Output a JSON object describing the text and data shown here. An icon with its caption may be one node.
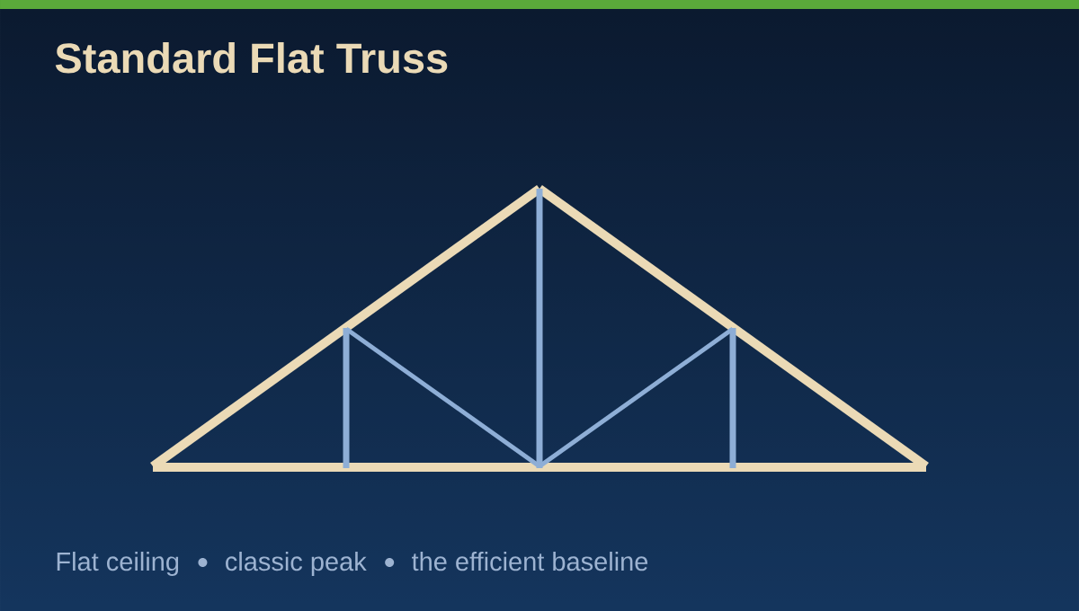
{
  "diagram": {
    "title": "Standard Flat Truss",
    "labels": [
      "Flat ceiling",
      "classic peak",
      "the efficient baseline"
    ]
  }
}
